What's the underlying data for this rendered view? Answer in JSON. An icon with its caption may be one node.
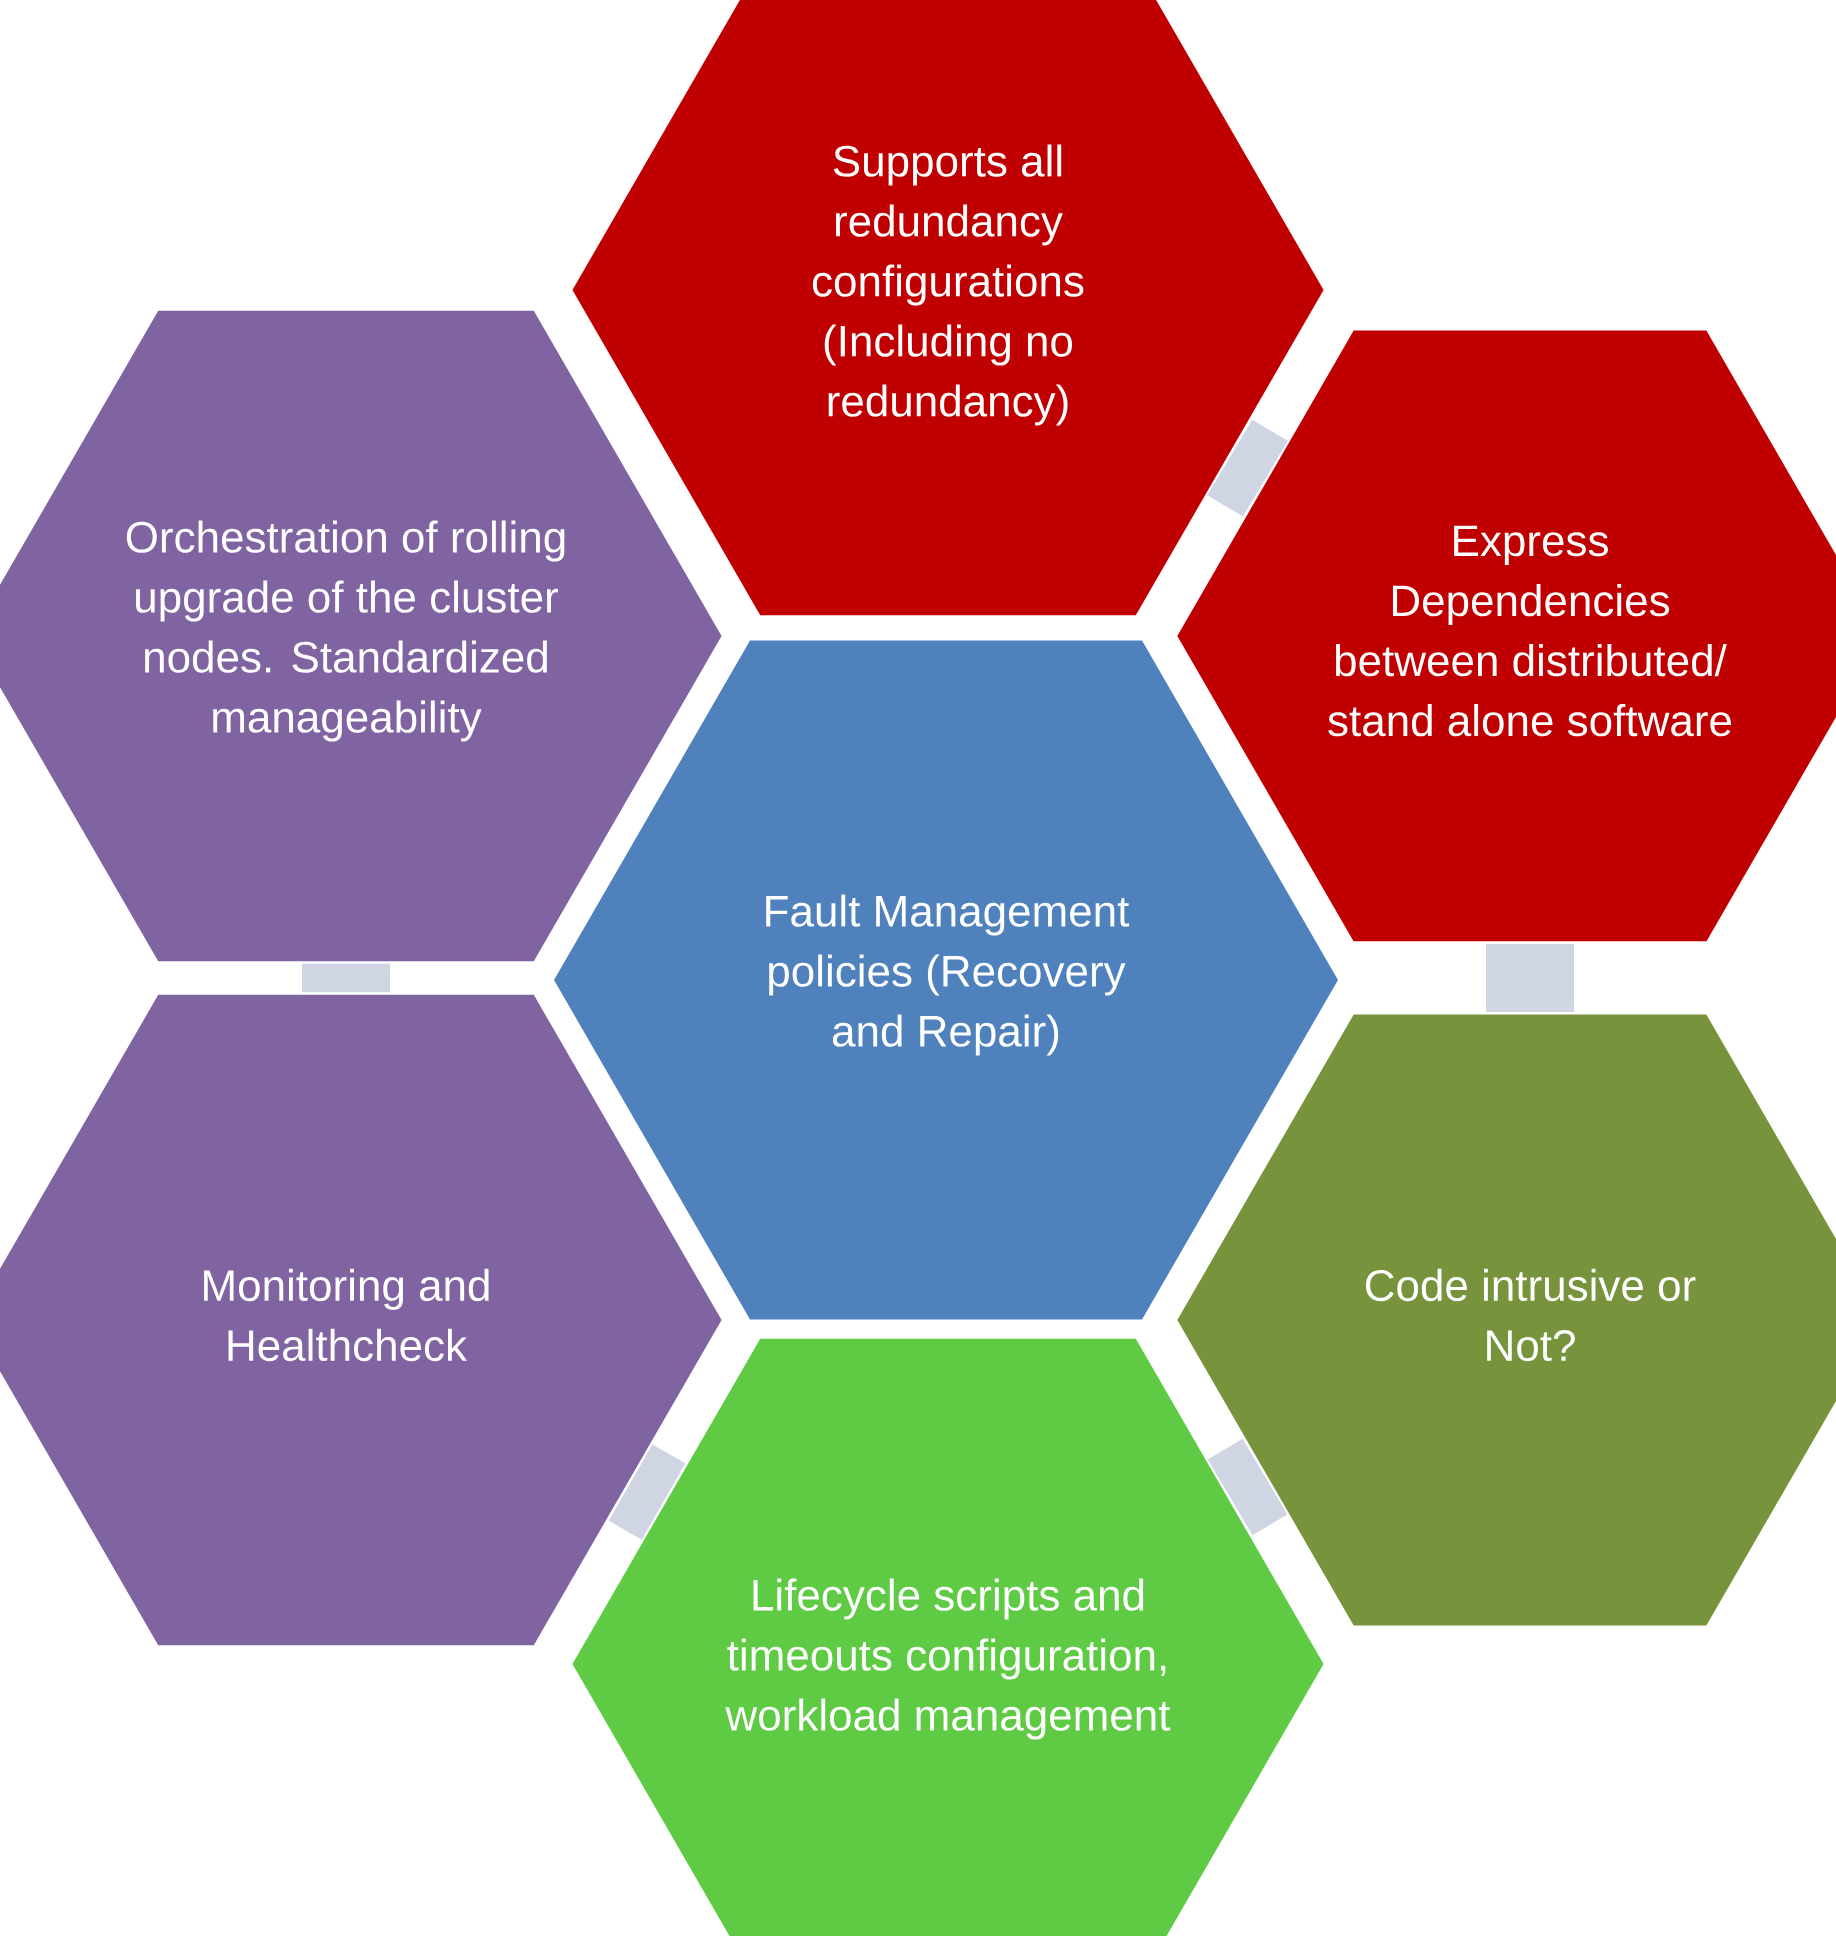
{
  "diagram": {
    "nodes": [
      {
        "text": [
          "Supports all redundancy configurations (Including no redundancy)"
        ]
      },
      {
        "text": [
          "Orchestration of rolling upgrade of the cluster nodes. Standardized manageability"
        ]
      },
      {
        "text": [
          "Express Dependencies between distributed/ stand alone software"
        ]
      },
      {
        "text": [
          "Fault Management policies (Recovery and Repair)"
        ]
      },
      {
        "text": [
          "Monitoring and Healthcheck"
        ]
      },
      {
        "text": [
          "Code intrusive or Not?"
        ]
      },
      {
        "text": [
          "Lifecycle scripts and timeouts configuration, workload management"
        ]
      }
    ],
    "edges": [
      {
        "from": 0,
        "to": 2,
        "arrow": "none"
      },
      {
        "from": 2,
        "to": 5,
        "arrow": "none"
      },
      {
        "from": 5,
        "to": 6,
        "arrow": "none"
      },
      {
        "from": 6,
        "to": 4,
        "arrow": "none"
      },
      {
        "from": 4,
        "to": 1,
        "arrow": "none"
      }
    ]
  }
}
